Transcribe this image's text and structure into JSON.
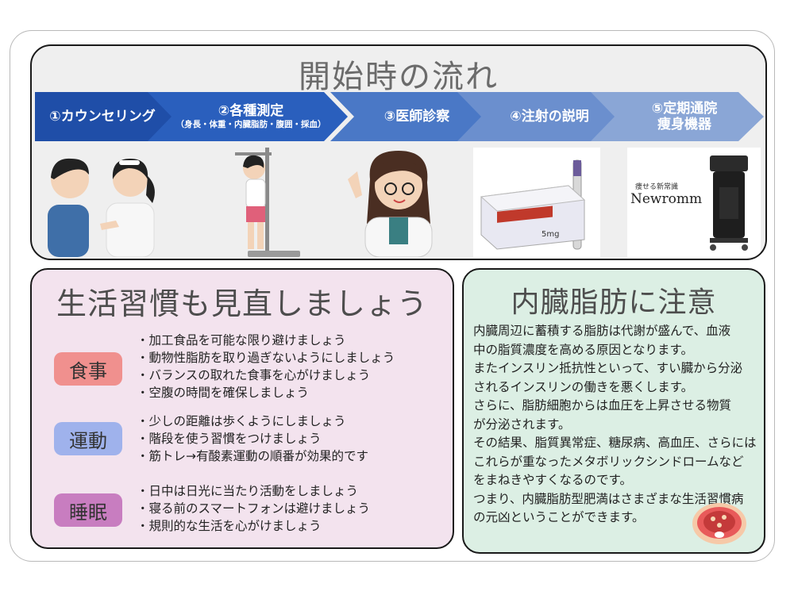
{
  "flow": {
    "title": "開始時の流れ",
    "steps": [
      {
        "label": "①カウンセリング",
        "color": "#1f4ea8"
      },
      {
        "label": "②各種測定",
        "sub": "（身長・体重・内臓脂肪・腹囲・採血）",
        "color": "#2a5fbd"
      },
      {
        "label": "③医師診察",
        "color": "#4a78c6"
      },
      {
        "label": "④注射の説明",
        "color": "#6b8fce"
      },
      {
        "label": "⑤定期通院",
        "label2": "痩身機器",
        "color": "#8aa6d6"
      }
    ],
    "box_text": "5mg",
    "machine_brand": "Newromm",
    "machine_tagline": "痩せる新常識"
  },
  "lifestyle": {
    "title": "生活習慣も見直しましょう",
    "categories": [
      {
        "name": "食事",
        "color": "#f0908e",
        "items": [
          "・加工食品を可能な限り避けましょう",
          "・動物性脂肪を取り過ぎないようにしましょう",
          "・バランスの取れた食事を心がけましょう",
          "・空腹の時間を確保しましょう"
        ]
      },
      {
        "name": "運動",
        "color": "#9fb2ec",
        "items": [
          "・少しの距離は歩くようにしましょう",
          "・階段を使う習慣をつけましょう",
          "・筋トレ→有酸素運動の順番が効果的です"
        ]
      },
      {
        "name": "睡眠",
        "color": "#c87dc0",
        "items": [
          "・日中は日光に当たり活動をしましょう",
          "・寝る前のスマートフォンは避けましょう",
          "・規則的な生活を心がけましょう"
        ]
      }
    ]
  },
  "visceral": {
    "title": "内臓脂肪に注意",
    "lines": [
      "内臓周辺に蓄積する脂肪は代謝が盛んで、血液",
      "中の脂質濃度を高める原因となります。",
      "またインスリン抵抗性といって、すい臓から分泌",
      "されるインスリンの働きを悪くします。",
      "さらに、脂肪細胞からは血圧を上昇させる物質",
      "が分泌されます。",
      "その結果、脂質異常症、糖尿病、高血圧、さらには",
      "これらが重なったメタボリックシンドロームなど",
      "をまねきやすくなるのです。",
      "つまり、内臓脂肪型肥満はさまざまな生活習慣病",
      "の元凶ということができます。"
    ]
  }
}
